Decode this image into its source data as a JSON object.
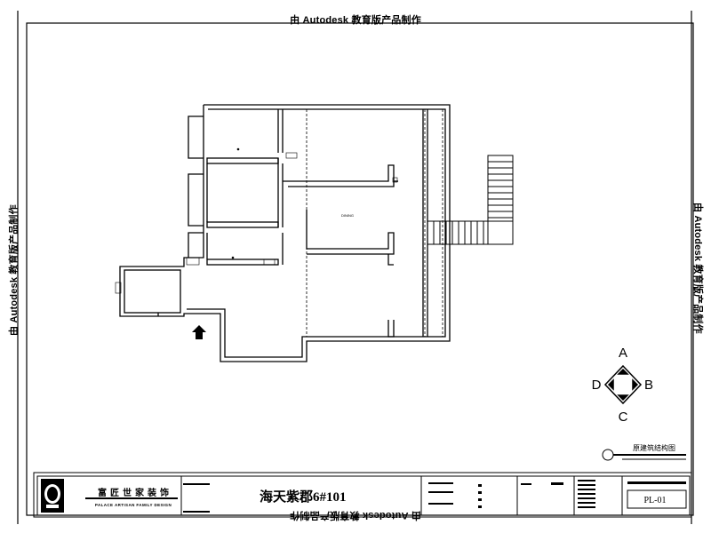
{
  "watermarks": {
    "top": "由 Autodesk 教育版产品制作",
    "bottom": "由 Autodesk 教育版产品制作",
    "left": "由 Autodesk 教育版产品制作",
    "right": "由 Autodesk 教育版产品制作"
  },
  "title_block": {
    "company_cn": "富匠世家装饰",
    "company_en": "PALACE ARTISAN FAMILY DESIGN",
    "project_title": "海天紫郡6#101",
    "sheet_no": "PL-01"
  },
  "section_caption": "原建筑结构图",
  "compass": {
    "a": "A",
    "b": "B",
    "c": "C",
    "d": "D"
  },
  "plan": {
    "room_label": "DINING"
  },
  "colors": {
    "line": "#000000",
    "background": "#ffffff"
  }
}
